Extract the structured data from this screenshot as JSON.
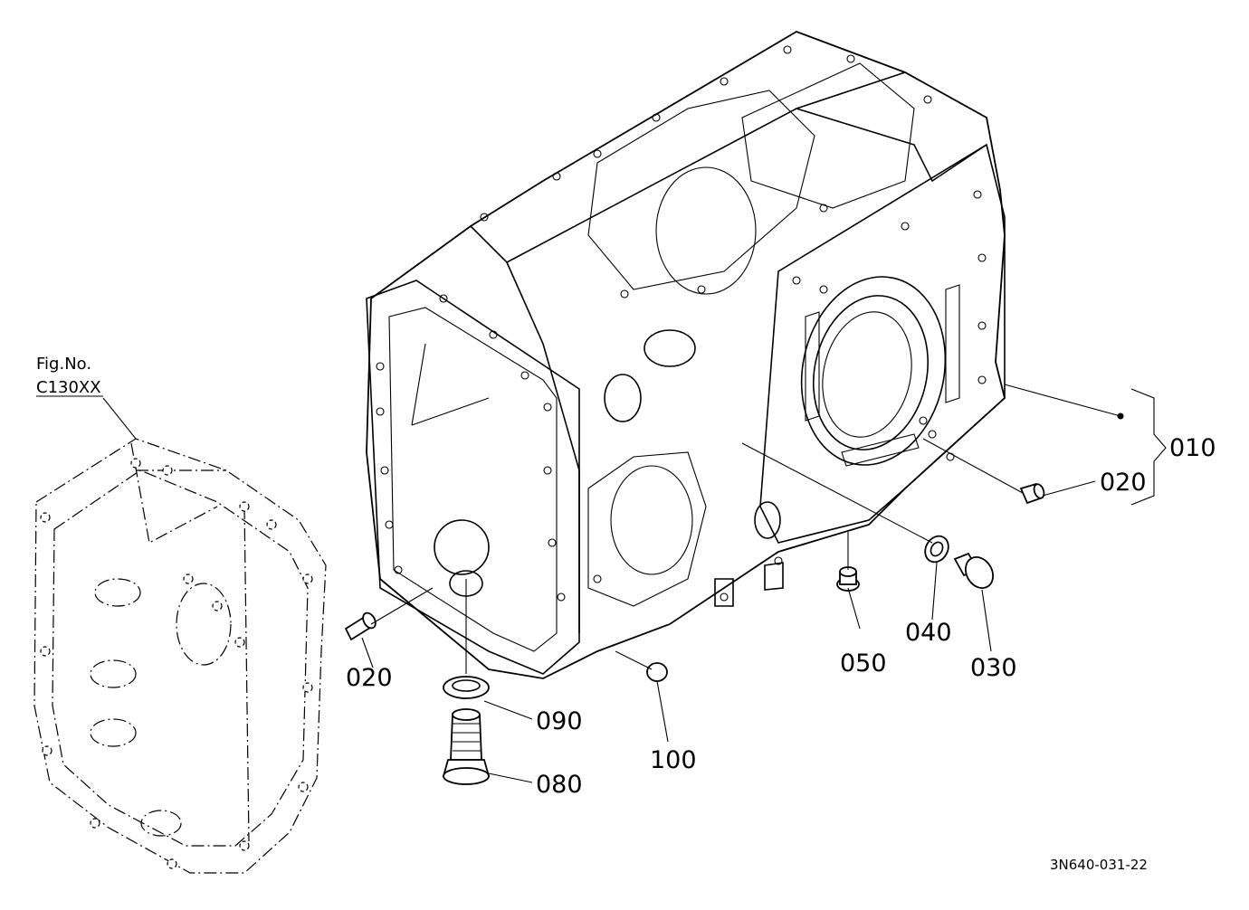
{
  "reference": {
    "fig_no_label": "Fig.No.",
    "fig_no_value": "C130XX"
  },
  "labels": {
    "p010": "010",
    "p020_right": "020",
    "p020_left": "020",
    "p030": "030",
    "p040": "040",
    "p050": "050",
    "p080": "080",
    "p090": "090",
    "p100": "100"
  },
  "drawing_code": "3N640-031-22"
}
